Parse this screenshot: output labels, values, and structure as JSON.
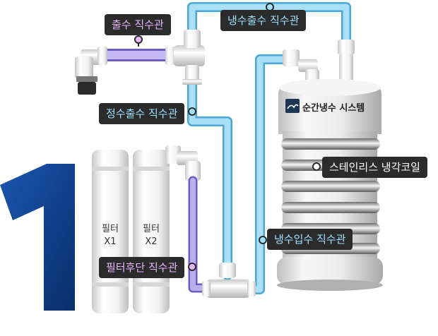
{
  "step_number": "1",
  "labels": {
    "outlet_pipe": "출수 직수관",
    "cold_outlet_pipe": "냉수출수 직수관",
    "purified_outlet_pipe": "정수출수 직수관",
    "stainless_coil": "스테인리스 냉각코일",
    "cold_inlet_pipe": "냉수입수 직수관",
    "post_filter_pipe": "필터후단 직수관"
  },
  "filters": {
    "filter1_line1": "필터",
    "filter1_line2": "X1",
    "filter2_line1": "필터",
    "filter2_line2": "X2"
  },
  "tank_brand": "순간냉수 시스템",
  "colors": {
    "number": "#0d3c86",
    "label_bg": "#2b2b2b",
    "purple_text": "#e7b6ff",
    "blue_text": "#9fe3ff",
    "pipe_blue": "#8fd0f0",
    "pipe_purple": "#a79be0"
  }
}
